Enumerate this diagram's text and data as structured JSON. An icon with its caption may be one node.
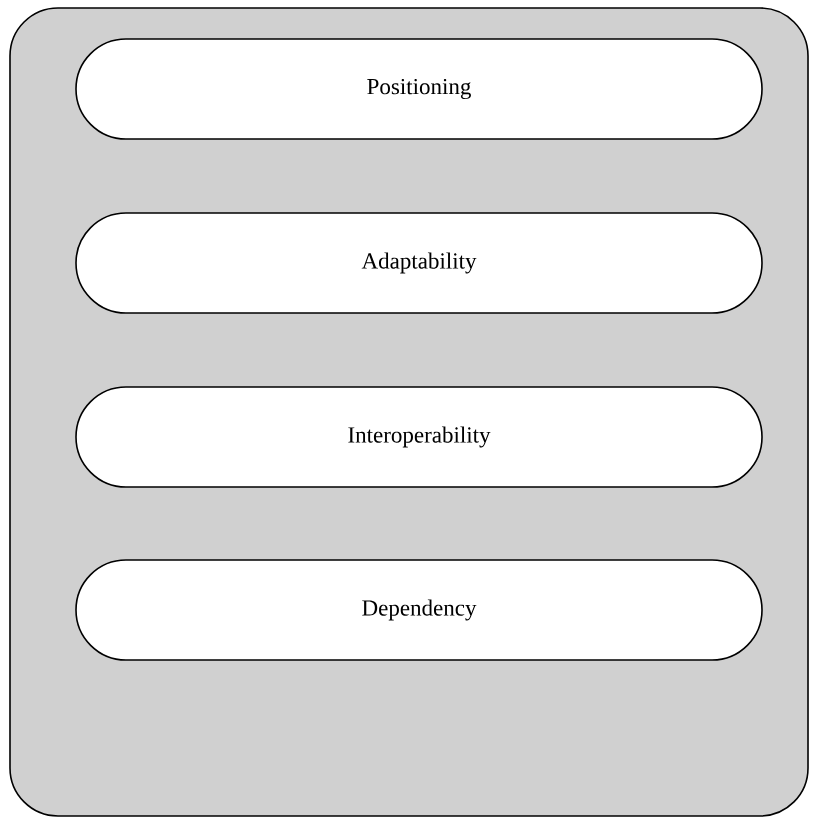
{
  "diagram": {
    "nodes": [
      {
        "text": [],
        "shape": "box"
      },
      {
        "text": [
          "Positioning"
        ],
        "in": 0
      },
      {
        "text": [
          "Adaptability"
        ],
        "in": 0
      },
      {
        "text": [
          "Interoperability"
        ],
        "in": 0
      },
      {
        "text": [
          "Dependency"
        ],
        "in": 0
      }
    ]
  }
}
